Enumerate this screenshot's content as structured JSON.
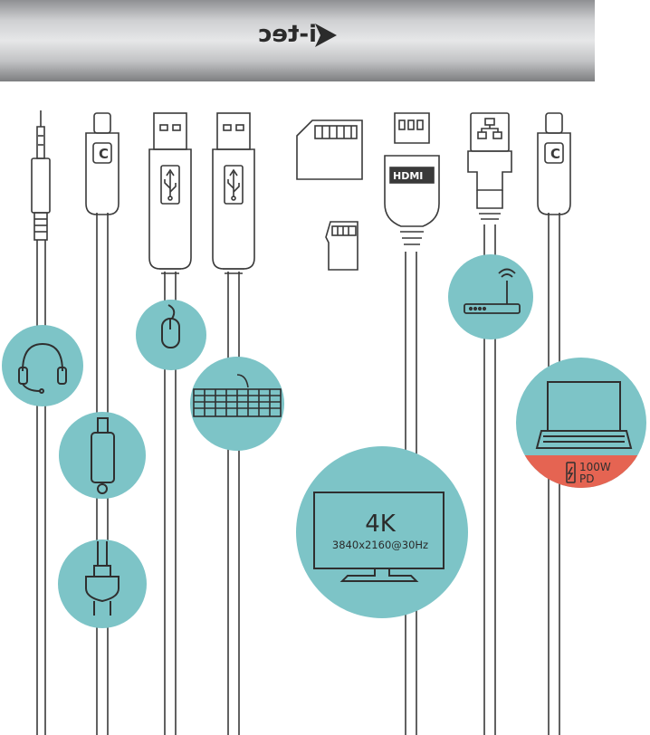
{
  "hub": {
    "brand_logo": "i-tec"
  },
  "connectors": [
    {
      "name": "3.5mm audio jack"
    },
    {
      "name": "USB-C",
      "badge": "C"
    },
    {
      "name": "USB-A"
    },
    {
      "name": "USB-A"
    },
    {
      "name": "SD card",
      "secondary": "microSD card"
    },
    {
      "name": "HDMI",
      "label": "HDMI"
    },
    {
      "name": "RJ45 Ethernet"
    },
    {
      "name": "USB-C",
      "badge": "C"
    }
  ],
  "devices": {
    "display": {
      "resolution": "4K",
      "spec": "3840x2160@30Hz"
    },
    "power_delivery": {
      "label_line1": "100W",
      "label_line2": "PD"
    }
  },
  "colors": {
    "bubble": "#7dc4c7",
    "pd_band": "#e56452",
    "outline": "#3a3a3a",
    "hub_metal": "#c6c7c9"
  },
  "icons": [
    "headset-icon",
    "phone-icon",
    "power-plug-icon",
    "mouse-icon",
    "keyboard-icon",
    "monitor-icon",
    "router-icon",
    "laptop-icon",
    "battery-bolt-icon",
    "usb-symbol-icon"
  ]
}
